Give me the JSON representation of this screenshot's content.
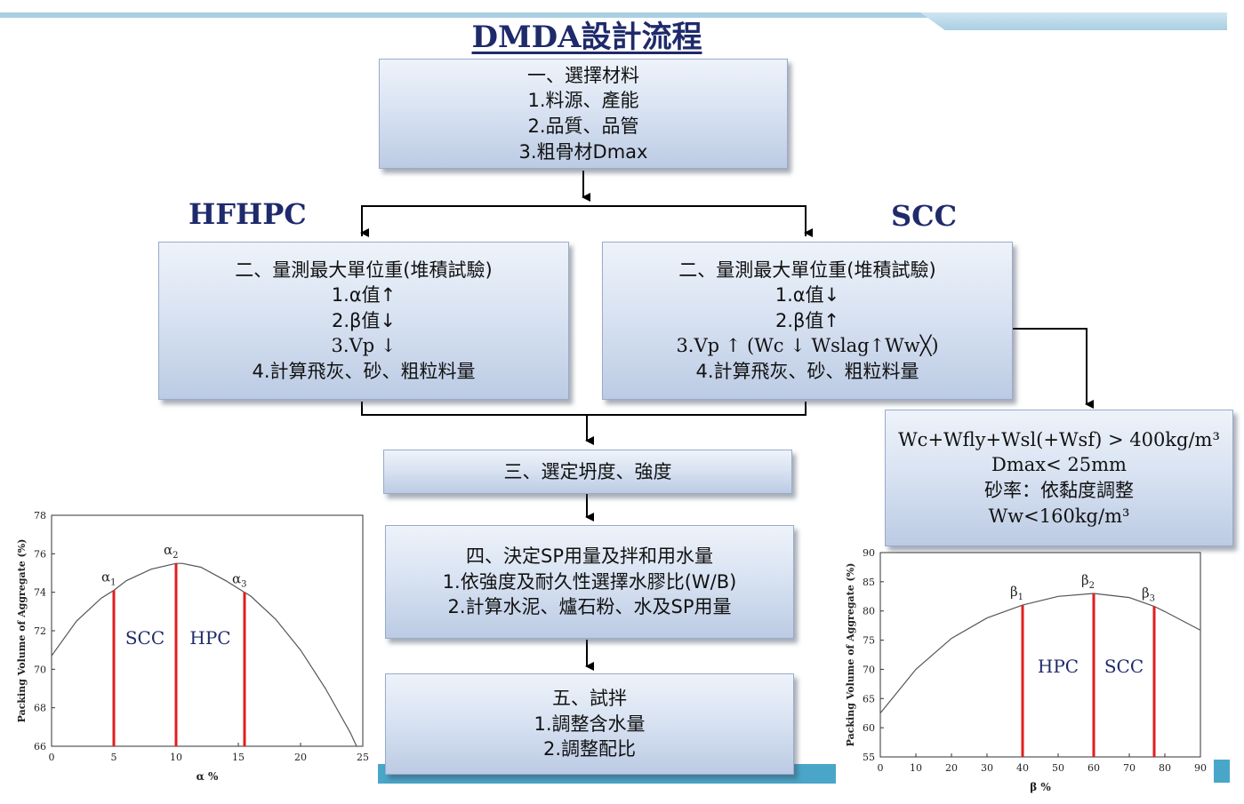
{
  "title": "DMDA設計流程",
  "labels": {
    "left": "HFHPC",
    "right": "SCC"
  },
  "step1": {
    "lines": [
      "一、選擇材料",
      "1.料源、產能",
      "2.品質、品管",
      "3.粗骨材Dmax"
    ]
  },
  "step2_left": {
    "lines": [
      "二、量測最大單位重(堆積試驗)",
      "1.α值↑",
      "2.β值↓",
      "3.Vp ↓",
      "4.計算飛灰、砂、粗粒料量"
    ]
  },
  "step2_right": {
    "lines": [
      "二、量測最大單位重(堆積試驗)",
      "1.α值↓",
      "2.β值↑",
      "3.Vp ↑ (Wc ↓ Wslag↑Ww╳)",
      "4.計算飛灰、砂、粗粒料量"
    ]
  },
  "step3": {
    "lines": [
      "三、選定坍度、強度"
    ]
  },
  "step4": {
    "lines": [
      "四、決定SP用量及拌和用水量",
      "1.依強度及耐久性選擇水膠比(W/B)",
      "2.計算水泥、爐石粉、水及SP用量"
    ]
  },
  "step5": {
    "lines": [
      "五、試拌",
      "1.調整含水量",
      "2.調整配比"
    ]
  },
  "scc_box": {
    "lines": [
      "Wc+Wfly+Wsl(+Wsf) > 400kg/m³",
      "Dmax< 25mm",
      "砂率：依黏度調整",
      "Ww<160kg/m³"
    ]
  },
  "chart_data": [
    {
      "type": "line",
      "xlabel": "α %",
      "ylabel": "Packing Volume of Aggregate (%)",
      "xlim": [
        0,
        25
      ],
      "ylim": [
        66,
        78
      ],
      "xticks": [
        "0",
        "5",
        "10",
        "15",
        "20",
        "25"
      ],
      "yticks": [
        "66",
        "68",
        "70",
        "72",
        "74",
        "76",
        "78"
      ],
      "x": [
        0,
        2,
        4,
        5,
        6,
        8,
        10,
        10.5,
        12,
        14,
        15.5,
        16,
        18,
        20,
        22,
        24,
        24.5
      ],
      "y": [
        70.7,
        72.5,
        73.7,
        74.1,
        74.6,
        75.2,
        75.5,
        75.5,
        75.3,
        74.6,
        74.0,
        73.8,
        72.6,
        71.0,
        69.0,
        66.7,
        66.0
      ],
      "markers": [
        {
          "label": "α1",
          "x": 5
        },
        {
          "label": "α2",
          "x": 10
        },
        {
          "label": "α3",
          "x": 15.5
        }
      ],
      "regions": [
        "SCC",
        "HPC"
      ],
      "marker_color": "#e11e1e"
    },
    {
      "type": "line",
      "xlabel": "β %",
      "ylabel": "Packing Volume of Aggregate (%)",
      "xlim": [
        0,
        90
      ],
      "ylim": [
        55,
        90
      ],
      "xticks": [
        "0",
        "10",
        "20",
        "30",
        "40",
        "50",
        "60",
        "70",
        "80",
        "90"
      ],
      "yticks": [
        "55",
        "60",
        "65",
        "70",
        "75",
        "80",
        "85",
        "90"
      ],
      "x": [
        0,
        10,
        20,
        30,
        40,
        50,
        60,
        70,
        77,
        80,
        90
      ],
      "y": [
        62.5,
        70.0,
        75.3,
        78.8,
        81.0,
        82.5,
        83.0,
        82.3,
        80.8,
        79.9,
        76.7
      ],
      "markers": [
        {
          "label": "β1",
          "x": 40
        },
        {
          "label": "β2",
          "x": 60
        },
        {
          "label": "β3",
          "x": 77
        }
      ],
      "regions": [
        "HPC",
        "SCC"
      ],
      "marker_color": "#e11e1e"
    }
  ]
}
